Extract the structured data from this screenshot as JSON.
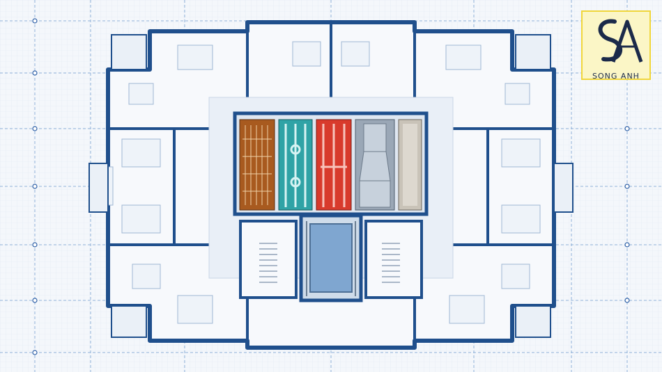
{
  "brand": {
    "name": "SONG ANH",
    "monogram": "SA",
    "colors": {
      "logo_bg": "#fbf6c6",
      "logo_border": "#f0d63a",
      "logo_ink": "#1b2a4a"
    }
  },
  "colors": {
    "wall": "#1f4f8c",
    "grid": "#8fb2d8",
    "core_floor": "#e9eff7",
    "electrical": "#a85a1f",
    "water": "#2fa3a6",
    "fire": "#d83a2c",
    "hvac": "#9aa7b6",
    "spare": "#c9c3b8",
    "elevator": "#7fa6d0"
  },
  "shafts": [
    {
      "id": "electrical",
      "icon": "cable-tray-icon"
    },
    {
      "id": "water",
      "icon": "water-pipe-icon"
    },
    {
      "id": "fire",
      "icon": "fire-pipe-icon"
    },
    {
      "id": "hvac",
      "icon": "air-duct-icon"
    },
    {
      "id": "spare",
      "icon": "empty-shaft-icon"
    }
  ]
}
